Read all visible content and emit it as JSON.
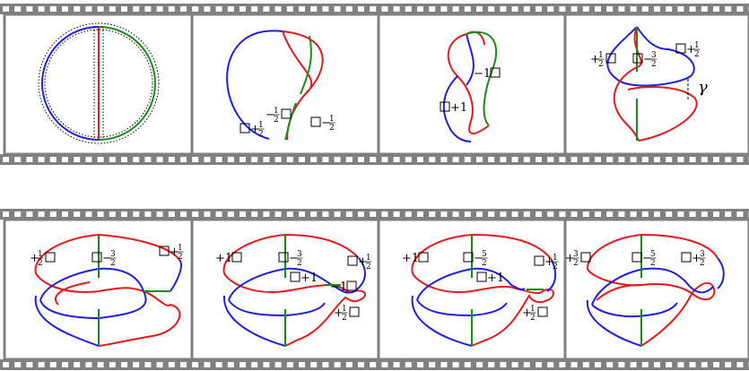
{
  "strips": [
    {
      "panels": [
        {
          "labels": []
        },
        {
          "labels": [
            {
              "name": "label-box-plus-half",
              "text": "+",
              "frac": [
                "1",
                "2"
              ],
              "box": "before"
            },
            {
              "name": "label-minus-half-box-upper",
              "text": "−",
              "frac": [
                "1",
                "2"
              ],
              "box": "after"
            },
            {
              "name": "label-box-minus-half",
              "text": "−",
              "frac": [
                "1",
                "2"
              ],
              "box": "before"
            }
          ]
        },
        {
          "labels": [
            {
              "name": "label-minus-one-box",
              "text": "−1",
              "box": "after"
            },
            {
              "name": "label-box-plus-one",
              "text": "+1",
              "box": "before"
            }
          ]
        },
        {
          "labels": [
            {
              "name": "label-plus-half-box",
              "text": "+",
              "frac": [
                "1",
                "2"
              ],
              "box": "after"
            },
            {
              "name": "label-box-minus-three-halves",
              "text": "−",
              "frac": [
                "3",
                "2"
              ],
              "box": "before"
            },
            {
              "name": "label-box-plus-half",
              "text": "+",
              "frac": [
                "1",
                "2"
              ],
              "box": "before"
            }
          ],
          "gamma": "γ"
        }
      ]
    },
    {
      "panels": [
        {
          "labels": [
            {
              "name": "label-plus-half-box",
              "text": "+",
              "frac": [
                "1",
                "2"
              ],
              "box": "after"
            },
            {
              "name": "label-box-minus-three-halves",
              "text": "−",
              "frac": [
                "3",
                "2"
              ],
              "box": "before"
            },
            {
              "name": "label-box-plus-half",
              "text": "+",
              "frac": [
                "1",
                "2"
              ],
              "box": "before"
            }
          ]
        },
        {
          "labels": [
            {
              "name": "label-plus-one-box",
              "text": "+1",
              "box": "after"
            },
            {
              "name": "label-box-minus-three-halves",
              "text": "−",
              "frac": [
                "3",
                "2"
              ],
              "box": "before"
            },
            {
              "name": "label-box-plus-one",
              "text": "+1",
              "box": "before"
            },
            {
              "name": "label-box-plus-half",
              "text": "+",
              "frac": [
                "1",
                "2"
              ],
              "box": "before"
            },
            {
              "name": "label-minus-one-box",
              "text": "−1",
              "box": "after"
            },
            {
              "name": "label-plus-half-box-lower",
              "text": "+",
              "frac": [
                "1",
                "2"
              ],
              "box": "after"
            }
          ]
        },
        {
          "labels": [
            {
              "name": "label-plus-one-box",
              "text": "+1",
              "box": "after"
            },
            {
              "name": "label-box-minus-five-halves",
              "text": "−",
              "frac": [
                "5",
                "2"
              ],
              "box": "before"
            },
            {
              "name": "label-box-plus-one",
              "text": "+1",
              "box": "before"
            },
            {
              "name": "label-box-plus-half",
              "text": "+",
              "frac": [
                "1",
                "2"
              ],
              "box": "before"
            },
            {
              "name": "label-plus-half-box-lower",
              "text": "+",
              "frac": [
                "1",
                "2"
              ],
              "box": "after"
            }
          ]
        },
        {
          "labels": [
            {
              "name": "label-plus-three-halves-box",
              "text": "+",
              "frac": [
                "3",
                "2"
              ],
              "box": "after"
            },
            {
              "name": "label-box-minus-five-halves",
              "text": "−",
              "frac": [
                "5",
                "2"
              ],
              "box": "before"
            },
            {
              "name": "label-box-plus-three-halves",
              "text": "+",
              "frac": [
                "3",
                "2"
              ],
              "box": "before"
            }
          ]
        }
      ]
    }
  ],
  "colors": {
    "red": "#e41a1c",
    "blue": "#1f1fe0",
    "green": "#1a8a1a",
    "frame": "#808080",
    "film": "#808080"
  }
}
